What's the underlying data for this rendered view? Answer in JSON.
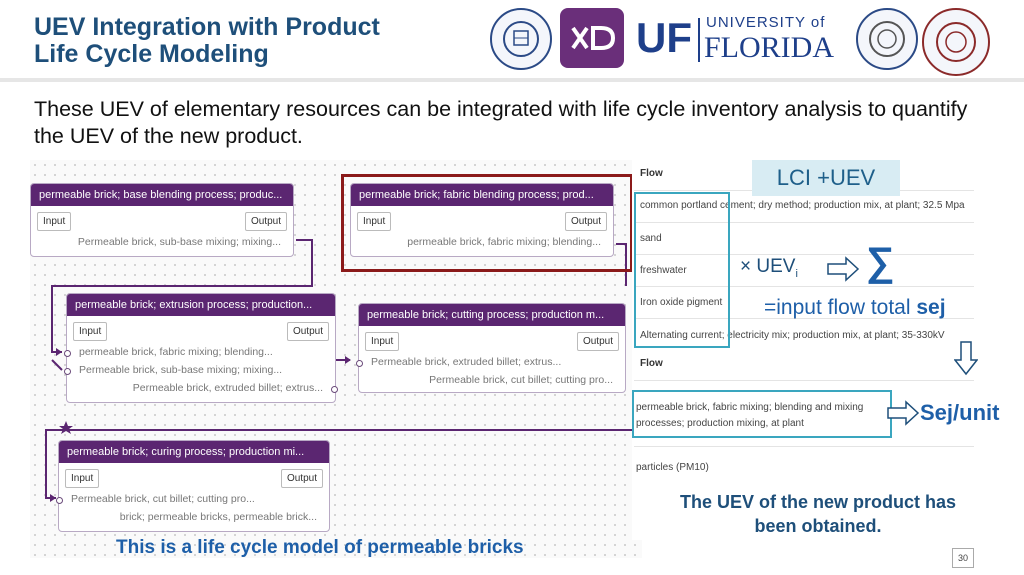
{
  "title_line1": "UEV Integration with Product",
  "title_line2": "Life Cycle Modeling",
  "logos": [
    "university-seal-logo",
    "xd-logo",
    "university-of-florida-logo",
    "university-seal-logo-2",
    "university-seal-logo-3"
  ],
  "uf_logo": {
    "uf": "UF",
    "university_of": "UNIVERSITY of",
    "florida": "FLORIDA"
  },
  "subtitle": "These UEV of elementary resources can be integrated with life cycle inventory analysis to quantify the UEV of the new product.",
  "nodes": [
    {
      "title": "permeable brick; base blending process; produc...",
      "input": "Input",
      "output": "Output",
      "lines": [
        "Permeable brick, sub-base mixing; mixing..."
      ]
    },
    {
      "title": "permeable brick; fabric blending process; prod...",
      "input": "Input",
      "output": "Output",
      "lines": [
        "permeable brick, fabric mixing; blending..."
      ]
    },
    {
      "title": "permeable brick; extrusion process; production...",
      "input": "Input",
      "output": "Output",
      "lines": [
        "permeable brick, fabric mixing; blending...",
        "Permeable brick, sub-base mixing; mixing...",
        "Permeable brick, extruded billet; extrus..."
      ]
    },
    {
      "title": "permeable brick; cutting process; production m...",
      "input": "Input",
      "output": "Output",
      "lines": [
        "Permeable brick, extruded billet; extrus...",
        "Permeable brick, cut billet; cutting pro..."
      ]
    },
    {
      "title": "permeable brick; curing process; production mi...",
      "input": "Input",
      "output": "Output",
      "lines": [
        "Permeable brick, cut billet; cutting pro...",
        "brick; permeable bricks, permeable brick..."
      ]
    }
  ],
  "flow1": {
    "header": "Flow",
    "rows": [
      "common portland cement; dry method; production mix, at plant; 32.5 Mpa",
      "sand",
      "freshwater",
      "Iron oxide pigment",
      "Alternating current; electricity mix; production mix, at plant; 35-330kV"
    ]
  },
  "flow2": {
    "header": "Flow",
    "rows": [
      "permeable brick, fabric mixing; blending and mixing",
      "processes; production mixing, at plant",
      "particles (PM10)"
    ]
  },
  "lci_uev": "LCI +UEV",
  "times_uev": "× UEV",
  "uev_sub": "i",
  "sigma": "∑",
  "input_flow_total": "=input flow total ",
  "sej": "sej",
  "sej_unit": "Sej/unit",
  "conclusion_line1": "The UEV of the new product has",
  "conclusion_line2": "been obtained.",
  "model_caption": "This is a life cycle model of permeable bricks",
  "page_number": "30",
  "colors": {
    "title": "#1e4f7a",
    "node_header": "#5b2671",
    "highlight": "#8b1a1a",
    "cyan": "#3aa6bf",
    "blue_text": "#1e5fa8"
  }
}
